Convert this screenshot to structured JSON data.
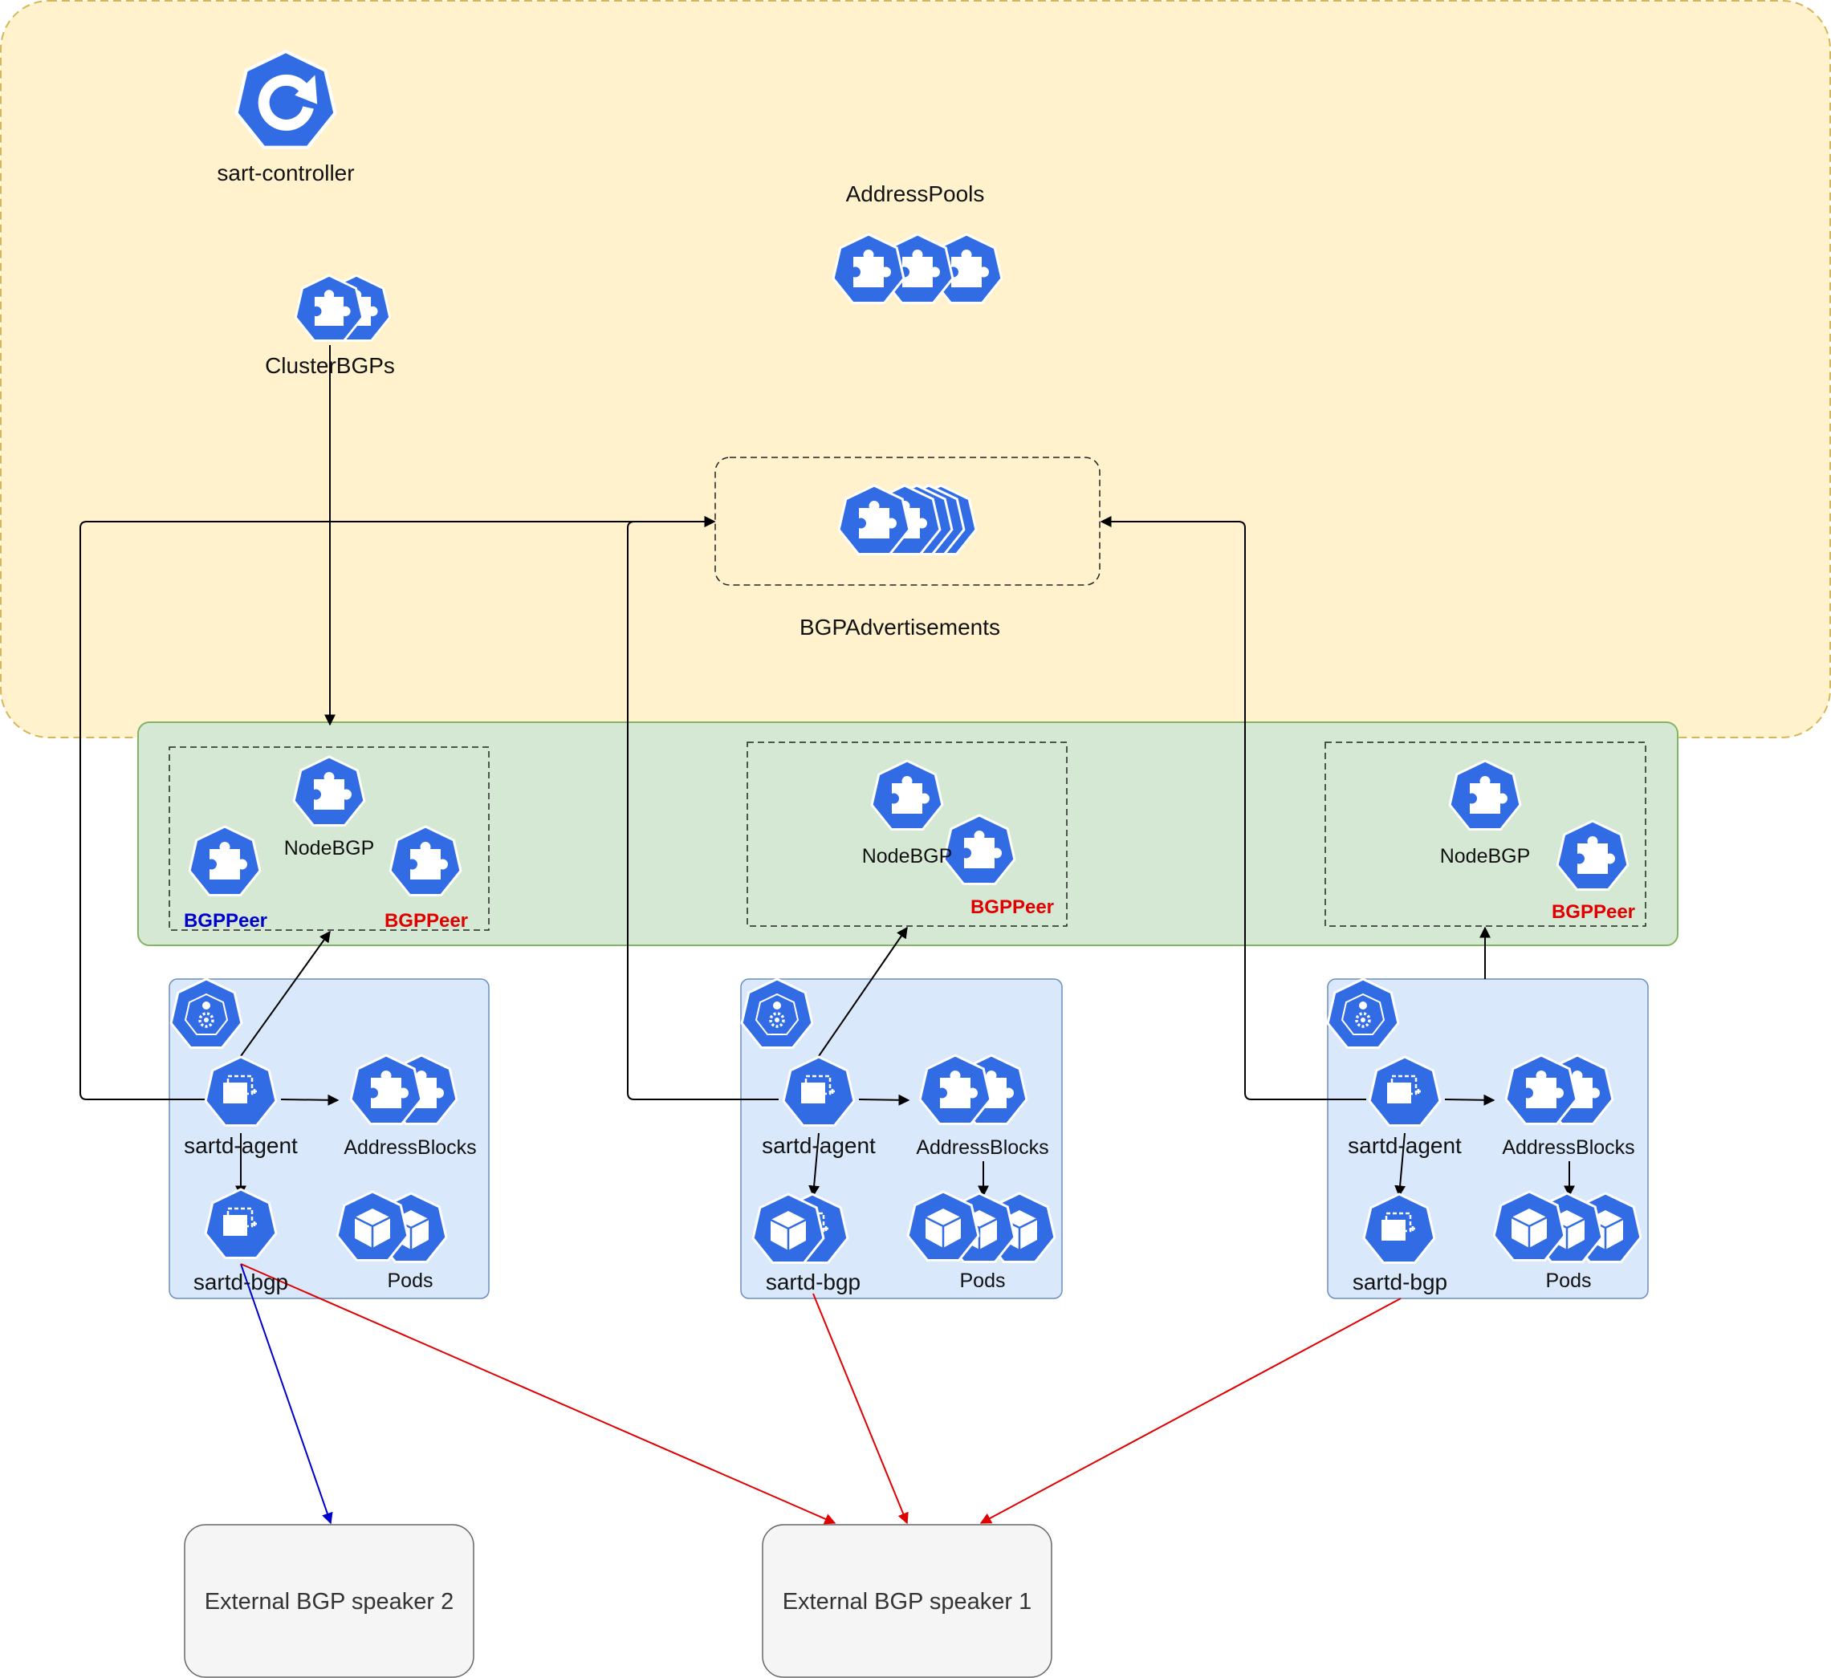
{
  "controller": {
    "label": "sart-controller",
    "cluster_bgps_label": "ClusterBGPs",
    "address_pools_label": "AddressPools",
    "bgp_advertisements_label": "BGPAdvertisements"
  },
  "nodes": [
    {
      "nodebgp_label": "NodeBGP",
      "peers": [
        {
          "label": "BGPPeer",
          "color": "#0000CC"
        },
        {
          "label": "BGPPeer",
          "color": "#E00000"
        }
      ],
      "agent_label": "sartd-agent",
      "bgp_label": "sartd-bgp",
      "address_blocks_label": "AddressBlocks",
      "pods_label": "Pods"
    },
    {
      "nodebgp_label": "NodeBGP",
      "peers": [
        {
          "label": "BGPPeer",
          "color": "#E00000"
        }
      ],
      "agent_label": "sartd-agent",
      "bgp_label": "sartd-bgp",
      "address_blocks_label": "AddressBlocks",
      "pods_label": "Pods"
    },
    {
      "nodebgp_label": "NodeBGP",
      "peers": [
        {
          "label": "BGPPeer",
          "color": "#E00000"
        }
      ],
      "agent_label": "sartd-agent",
      "bgp_label": "sartd-bgp",
      "address_blocks_label": "AddressBlocks",
      "pods_label": "Pods"
    }
  ],
  "external_speakers": [
    {
      "label": "External BGP speaker 2"
    },
    {
      "label": "External BGP speaker 1"
    }
  ],
  "colors": {
    "k8s_blue": "#326CE5",
    "controller_zone": "#FFF2CC",
    "nodebgp_zone": "#D5E8D4",
    "node_box": "#DAE8FC",
    "peer_blue": "#0000CC",
    "peer_red": "#E00000",
    "external_box": "#F5F5F5"
  }
}
